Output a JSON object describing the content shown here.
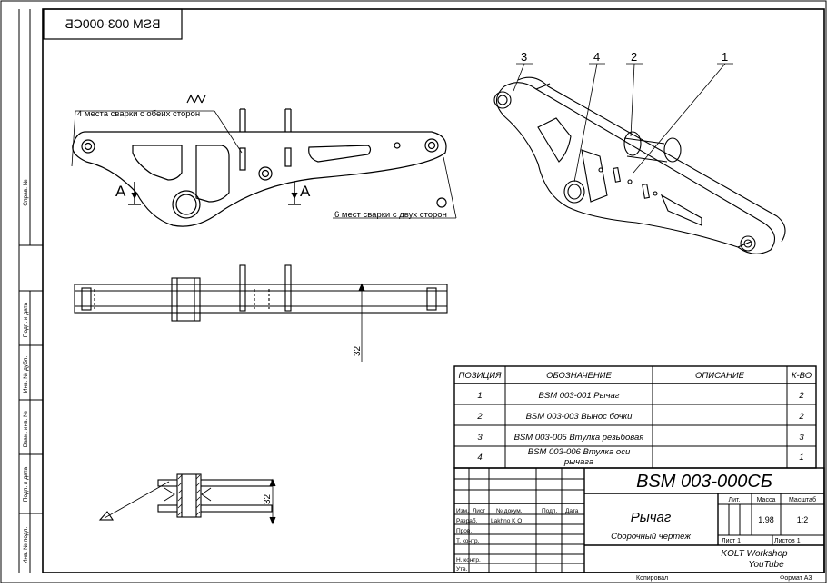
{
  "sheet": {
    "mirrored_stamp": "BSM 003-000СБ",
    "side_labels": [
      "Справ. №",
      "Подп. и дата",
      "Инв. № дубл.",
      "Взам. инв. №",
      "Подп. и дата",
      "Инв. № подл."
    ],
    "copied": "Копировал",
    "format": "Формат А3"
  },
  "view_main": {
    "note_top": "4 места сварки с обеих сторон",
    "note_bottom": "6 мест сварки с двух сторон",
    "section_mark": "А"
  },
  "dimensions": {
    "height": "32",
    "height_detail": "32"
  },
  "iso_callouts": [
    "3",
    "4",
    "2",
    "1"
  ],
  "spec_table": {
    "headers": [
      "ПОЗИЦИЯ",
      "ОБОЗНАЧЕНИЕ",
      "ОПИСАНИЕ",
      "К-ВО"
    ],
    "rows": [
      {
        "pos": "1",
        "name": "BSM 003-001 Рычаг",
        "desc": "",
        "qty": "2"
      },
      {
        "pos": "2",
        "name": "BSM 003-003 Вынос бочки",
        "desc": "",
        "qty": "2"
      },
      {
        "pos": "3",
        "name": "BSM 003-005 Втулка резьбовая",
        "desc": "",
        "qty": "3"
      },
      {
        "pos": "4",
        "name": "BSM 003-006 Втулка оси рычага",
        "desc": "",
        "qty": "1"
      }
    ]
  },
  "title_block": {
    "designation": "BSM 003-000СБ",
    "part_name": "Рычаг",
    "doc_type": "Сборочный чертеж",
    "col_izm": "Изм.",
    "col_list": "Лист",
    "col_docnum": "№ докум.",
    "col_sign": "Подп.",
    "col_date": "Дата",
    "row_developer": "Разраб.",
    "developer_name": "Lakhno K O",
    "row_checked": "Пров.",
    "row_tcontrol": "Т. контр.",
    "row_ncontrol": "Н. контр.",
    "row_approved": "Утв.",
    "lit_label": "Лит.",
    "mass_label": "Масса",
    "scale_label": "Масштаб",
    "mass": "1.98",
    "scale": "1:2",
    "sheet_label": "Лист 1",
    "sheets_label": "Листов 1",
    "org_line1": "KOLT Workshop",
    "org_line2": "YouTube"
  }
}
